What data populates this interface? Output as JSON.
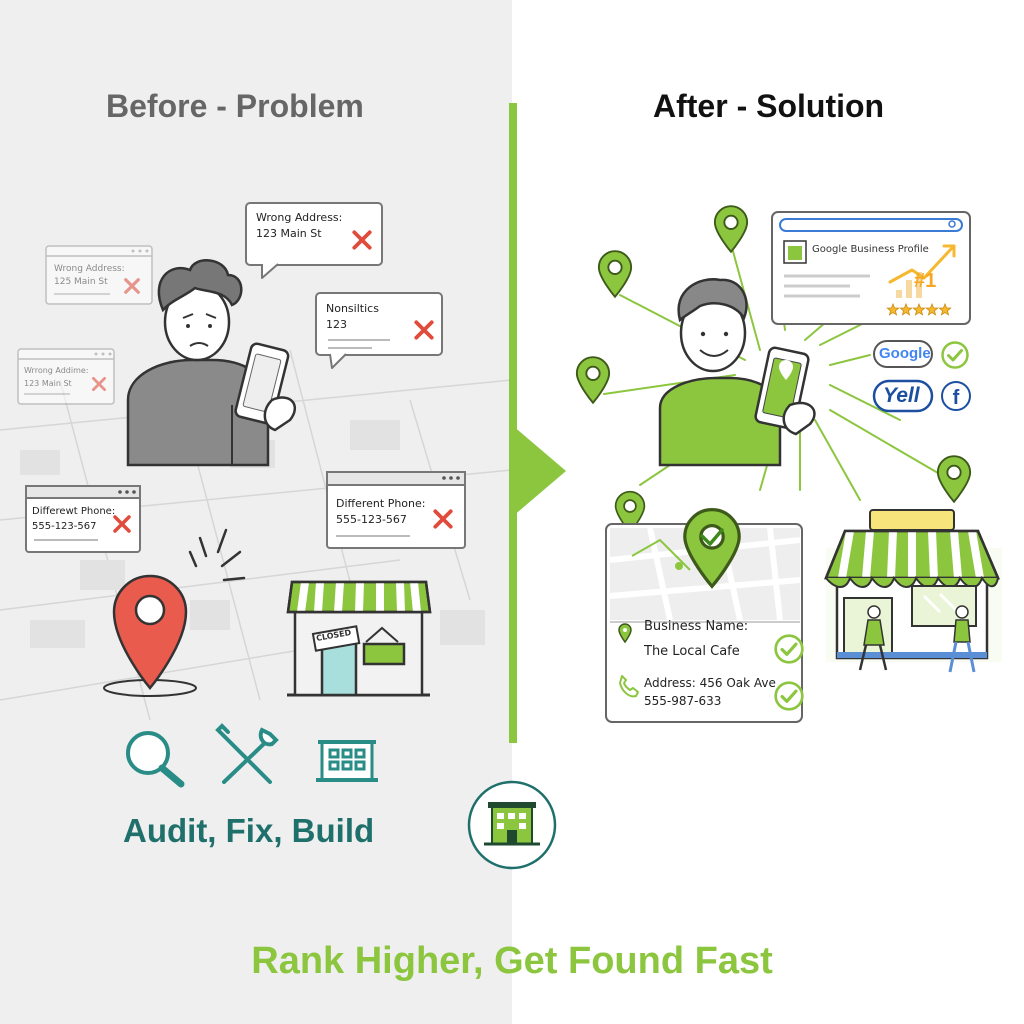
{
  "left_panel": {
    "title": "Before - Problem",
    "cards": [
      {
        "label": "Wrong Address:",
        "value": "123 Main St"
      },
      {
        "label": "Nonsiltics",
        "value": "123"
      },
      {
        "label": "Wrong Address:",
        "value": "125 Main St"
      },
      {
        "label": "Wrrong Addime:",
        "value": "123 Main St"
      },
      {
        "label": "Differewt Phone:",
        "value": "555-123-567"
      },
      {
        "label": "Different Phone:",
        "value": "555-123-567"
      }
    ],
    "closed_sign": "CLOSED",
    "tagline": "Audit, Fix, Build"
  },
  "right_panel": {
    "title": "After - Solution",
    "profile_card_label": "Google Business Profile",
    "rank_badge": "#1",
    "rating_stars": 5,
    "brand_badges": [
      "Google",
      "Yell"
    ],
    "listing": {
      "name_label": "Business Name:",
      "name_value": "The Local Cafe",
      "address_line": "Address: 456 Oak Ave",
      "phone": "555-987-633"
    }
  },
  "footer": {
    "slogan": "Rank Higher, Get Found Fast"
  },
  "colors": {
    "accent_green": "#8cc63f",
    "teal": "#1f6f6b",
    "error_red": "#e14b3b",
    "gold": "#f5b82e",
    "left_bg": "#efefef"
  },
  "icons": [
    "magnifier-icon",
    "wrench-screwdriver-icon",
    "building-icon",
    "location-pin-icon",
    "check-icon",
    "cross-icon",
    "phone-icon",
    "facebook-icon"
  ]
}
